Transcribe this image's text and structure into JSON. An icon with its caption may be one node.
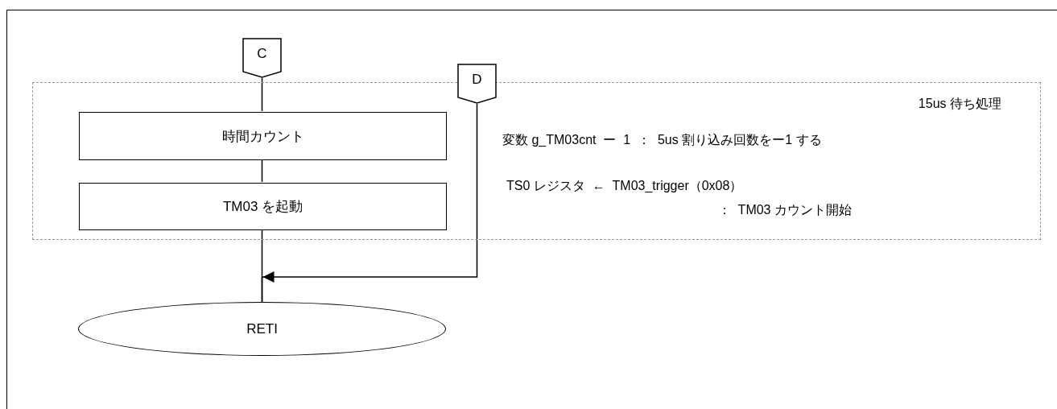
{
  "diagram": {
    "nodes": [
      {
        "text": [
          "15us 待ち処理"
        ]
      },
      {
        "text": [
          "C"
        ]
      },
      {
        "text": [
          "D"
        ]
      },
      {
        "text": [
          "時間カウント"
        ],
        "in": 0
      },
      {
        "text": [
          "TM03 を起動"
        ],
        "in": 0
      },
      {
        "text": [
          "RETI"
        ]
      }
    ],
    "edges": [
      {
        "from": 1,
        "to": 3,
        "arrow": "none"
      },
      {
        "from": 3,
        "to": 4,
        "arrow": "none"
      },
      {
        "from": 4,
        "to": 5,
        "arrow": "none"
      },
      {
        "from": 2,
        "to": 5,
        "arrow": "to"
      }
    ],
    "labels": [
      "変数 g_TM03cnt  ー  1  ：  5us 割り込み回数をー1 する",
      "TS0 レジスタ  ←  TM03_trigger（0x08）",
      "：  TM03 カウント開始"
    ]
  }
}
